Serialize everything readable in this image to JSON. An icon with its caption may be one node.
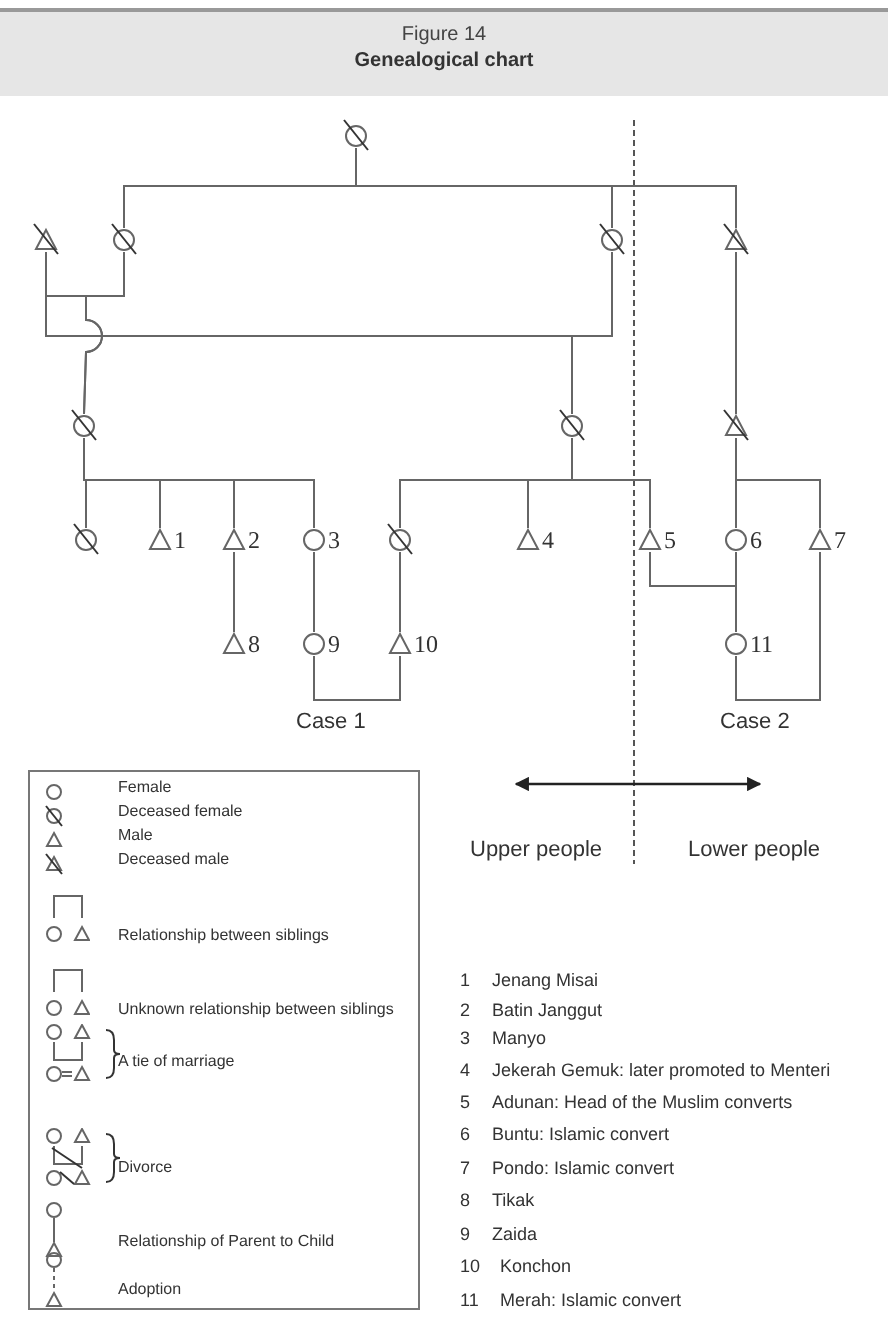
{
  "diagram": {
    "title": "Genealogical chart",
    "nodes": [
      {
        "text": [],
        "shape": "circle"
      },
      {
        "text": [],
        "shape": "triangle"
      },
      {
        "text": [],
        "shape": "circle"
      },
      {
        "text": [],
        "shape": "circle"
      },
      {
        "text": [],
        "shape": "triangle"
      },
      {
        "text": [],
        "shape": "circle"
      },
      {
        "text": [],
        "shape": "circle"
      },
      {
        "text": [],
        "shape": "triangle"
      },
      {
        "text": [],
        "shape": "circle"
      },
      {
        "text": [
          "1"
        ]
      },
      {
        "text": [
          "2"
        ]
      },
      {
        "text": [
          "3"
        ]
      },
      {
        "text": [],
        "shape": "circle"
      },
      {
        "text": [
          "4"
        ]
      },
      {
        "text": [
          "5"
        ]
      },
      {
        "text": [
          "6"
        ]
      },
      {
        "text": [
          "7"
        ]
      },
      {
        "text": [
          "8"
        ]
      },
      {
        "text": [
          "9"
        ]
      },
      {
        "text": [
          "10"
        ]
      },
      {
        "text": [
          "11"
        ]
      }
    ],
    "edges": [
      {
        "from": 0,
        "to": 2,
        "arrow": "none"
      },
      {
        "from": 0,
        "to": 3,
        "arrow": "none"
      },
      {
        "from": 0,
        "to": 4,
        "arrow": "none"
      },
      {
        "from": 1,
        "to": 2,
        "arrow": "none"
      },
      {
        "from": 1,
        "to": 3,
        "arrow": "none"
      },
      {
        "from": 1,
        "to": 5,
        "arrow": "none"
      },
      {
        "from": 2,
        "to": 5,
        "arrow": "none"
      },
      {
        "from": 1,
        "to": 6,
        "arrow": "none"
      },
      {
        "from": 3,
        "to": 6,
        "arrow": "none"
      },
      {
        "from": 4,
        "to": 7,
        "arrow": "none"
      },
      {
        "from": 5,
        "to": 8,
        "arrow": "none"
      },
      {
        "from": 5,
        "to": 9,
        "arrow": "none"
      },
      {
        "from": 5,
        "to": 10,
        "arrow": "none"
      },
      {
        "from": 5,
        "to": 11,
        "arrow": "none"
      },
      {
        "from": 6,
        "to": 12,
        "arrow": "none"
      },
      {
        "from": 6,
        "to": 13,
        "arrow": "none"
      },
      {
        "from": 6,
        "to": 14,
        "arrow": "none"
      },
      {
        "from": 7,
        "to": 15,
        "arrow": "none"
      },
      {
        "from": 7,
        "to": 16,
        "arrow": "none"
      },
      {
        "from": 10,
        "to": 17,
        "arrow": "none"
      },
      {
        "from": 11,
        "to": 18,
        "arrow": "none"
      },
      {
        "from": 12,
        "to": 19,
        "arrow": "none"
      },
      {
        "from": 18,
        "to": 19,
        "arrow": "none"
      },
      {
        "from": 14,
        "to": 15,
        "arrow": "none"
      },
      {
        "from": 14,
        "to": 20,
        "arrow": "none"
      },
      {
        "from": 15,
        "to": 20,
        "arrow": "none"
      },
      {
        "from": 20,
        "to": 16,
        "arrow": "none"
      }
    ],
    "labels": [
      "Figure 14",
      "Case 1",
      "Case 2",
      "Upper people",
      "Lower people",
      "1",
      "Jenang Misai",
      "2",
      "Batin Janggut",
      "3",
      "Manyo",
      "4",
      "Jekerah Gemuk: later promoted to Menteri",
      "5",
      "Adunan: Head of the Muslim converts",
      "6",
      "Buntu: Islamic convert",
      "7",
      "Pondo: Islamic convert",
      "8",
      "Tikak",
      "9",
      "Zaida",
      "10",
      "Konchon",
      "11",
      "Merah: Islamic convert"
    ],
    "legend": [
      {
        "text": "Female"
      },
      {
        "text": "Deceased female"
      },
      {
        "text": "Male"
      },
      {
        "text": "Deceased male"
      },
      {
        "text": "Relationship between siblings"
      },
      {
        "text": "Unknown relationship between siblings"
      },
      {
        "text": "A tie of marriage"
      },
      {
        "text": "Divorce"
      },
      {
        "text": "Relationship of Parent to Child"
      },
      {
        "text": "Adoption"
      }
    ]
  }
}
